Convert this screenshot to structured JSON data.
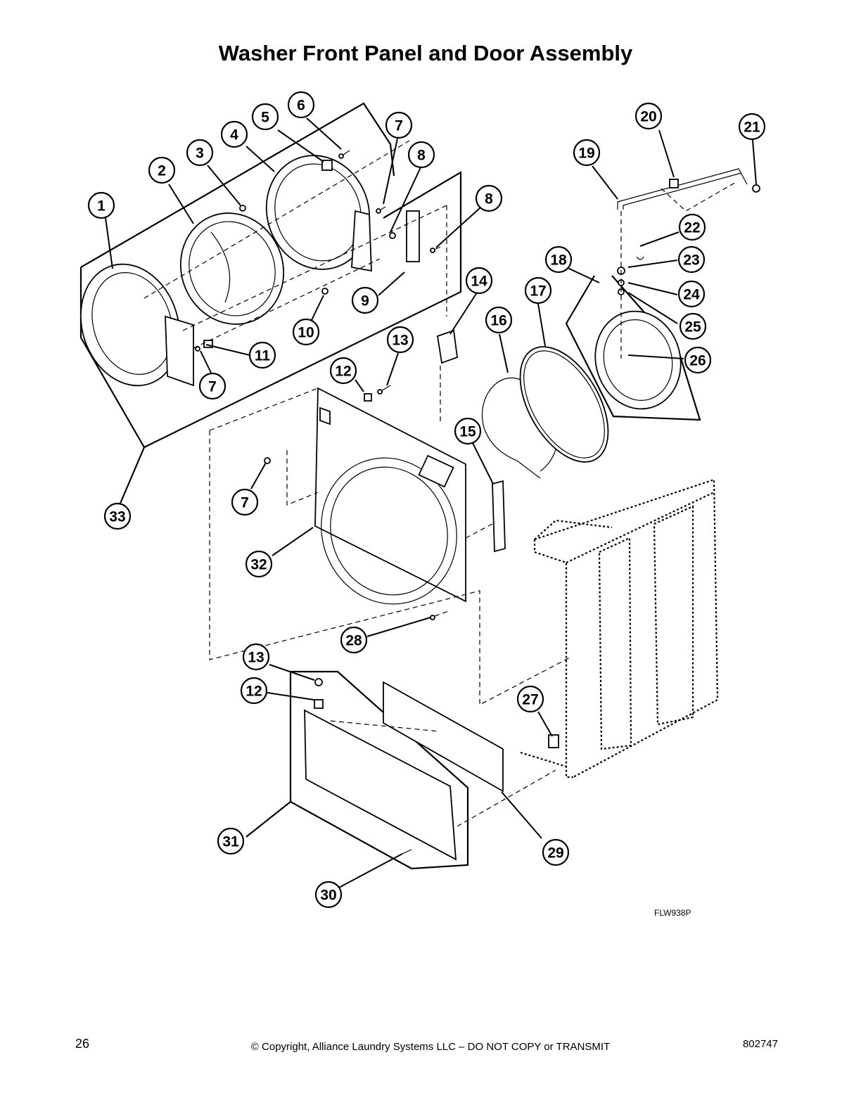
{
  "title": "Washer Front Panel and Door Assembly",
  "figure_code": "FLW938P",
  "footer": {
    "page_number": "26",
    "copyright": "© Copyright, Alliance Laundry Systems LLC – DO NOT COPY or TRANSMIT",
    "doc_number": "802747"
  },
  "callouts": [
    {
      "id": "c1",
      "label": "1"
    },
    {
      "id": "c2",
      "label": "2"
    },
    {
      "id": "c3",
      "label": "3"
    },
    {
      "id": "c4",
      "label": "4"
    },
    {
      "id": "c5",
      "label": "5"
    },
    {
      "id": "c6",
      "label": "6"
    },
    {
      "id": "c7a",
      "label": "7"
    },
    {
      "id": "c8a",
      "label": "8"
    },
    {
      "id": "c8b",
      "label": "8"
    },
    {
      "id": "c9",
      "label": "9"
    },
    {
      "id": "c10",
      "label": "10"
    },
    {
      "id": "c11",
      "label": "11"
    },
    {
      "id": "c7b",
      "label": "7"
    },
    {
      "id": "c12a",
      "label": "12"
    },
    {
      "id": "c13a",
      "label": "13"
    },
    {
      "id": "c14",
      "label": "14"
    },
    {
      "id": "c15",
      "label": "15"
    },
    {
      "id": "c16",
      "label": "16"
    },
    {
      "id": "c17",
      "label": "17"
    },
    {
      "id": "c18",
      "label": "18"
    },
    {
      "id": "c19",
      "label": "19"
    },
    {
      "id": "c20",
      "label": "20"
    },
    {
      "id": "c21",
      "label": "21"
    },
    {
      "id": "c22",
      "label": "22"
    },
    {
      "id": "c23",
      "label": "23"
    },
    {
      "id": "c24",
      "label": "24"
    },
    {
      "id": "c25",
      "label": "25"
    },
    {
      "id": "c26",
      "label": "26"
    },
    {
      "id": "c7c",
      "label": "7"
    },
    {
      "id": "c33",
      "label": "33"
    },
    {
      "id": "c32",
      "label": "32"
    },
    {
      "id": "c28",
      "label": "28"
    },
    {
      "id": "c13b",
      "label": "13"
    },
    {
      "id": "c12b",
      "label": "12"
    },
    {
      "id": "c27",
      "label": "27"
    },
    {
      "id": "c31",
      "label": "31"
    },
    {
      "id": "c29",
      "label": "29"
    },
    {
      "id": "c30",
      "label": "30"
    }
  ]
}
